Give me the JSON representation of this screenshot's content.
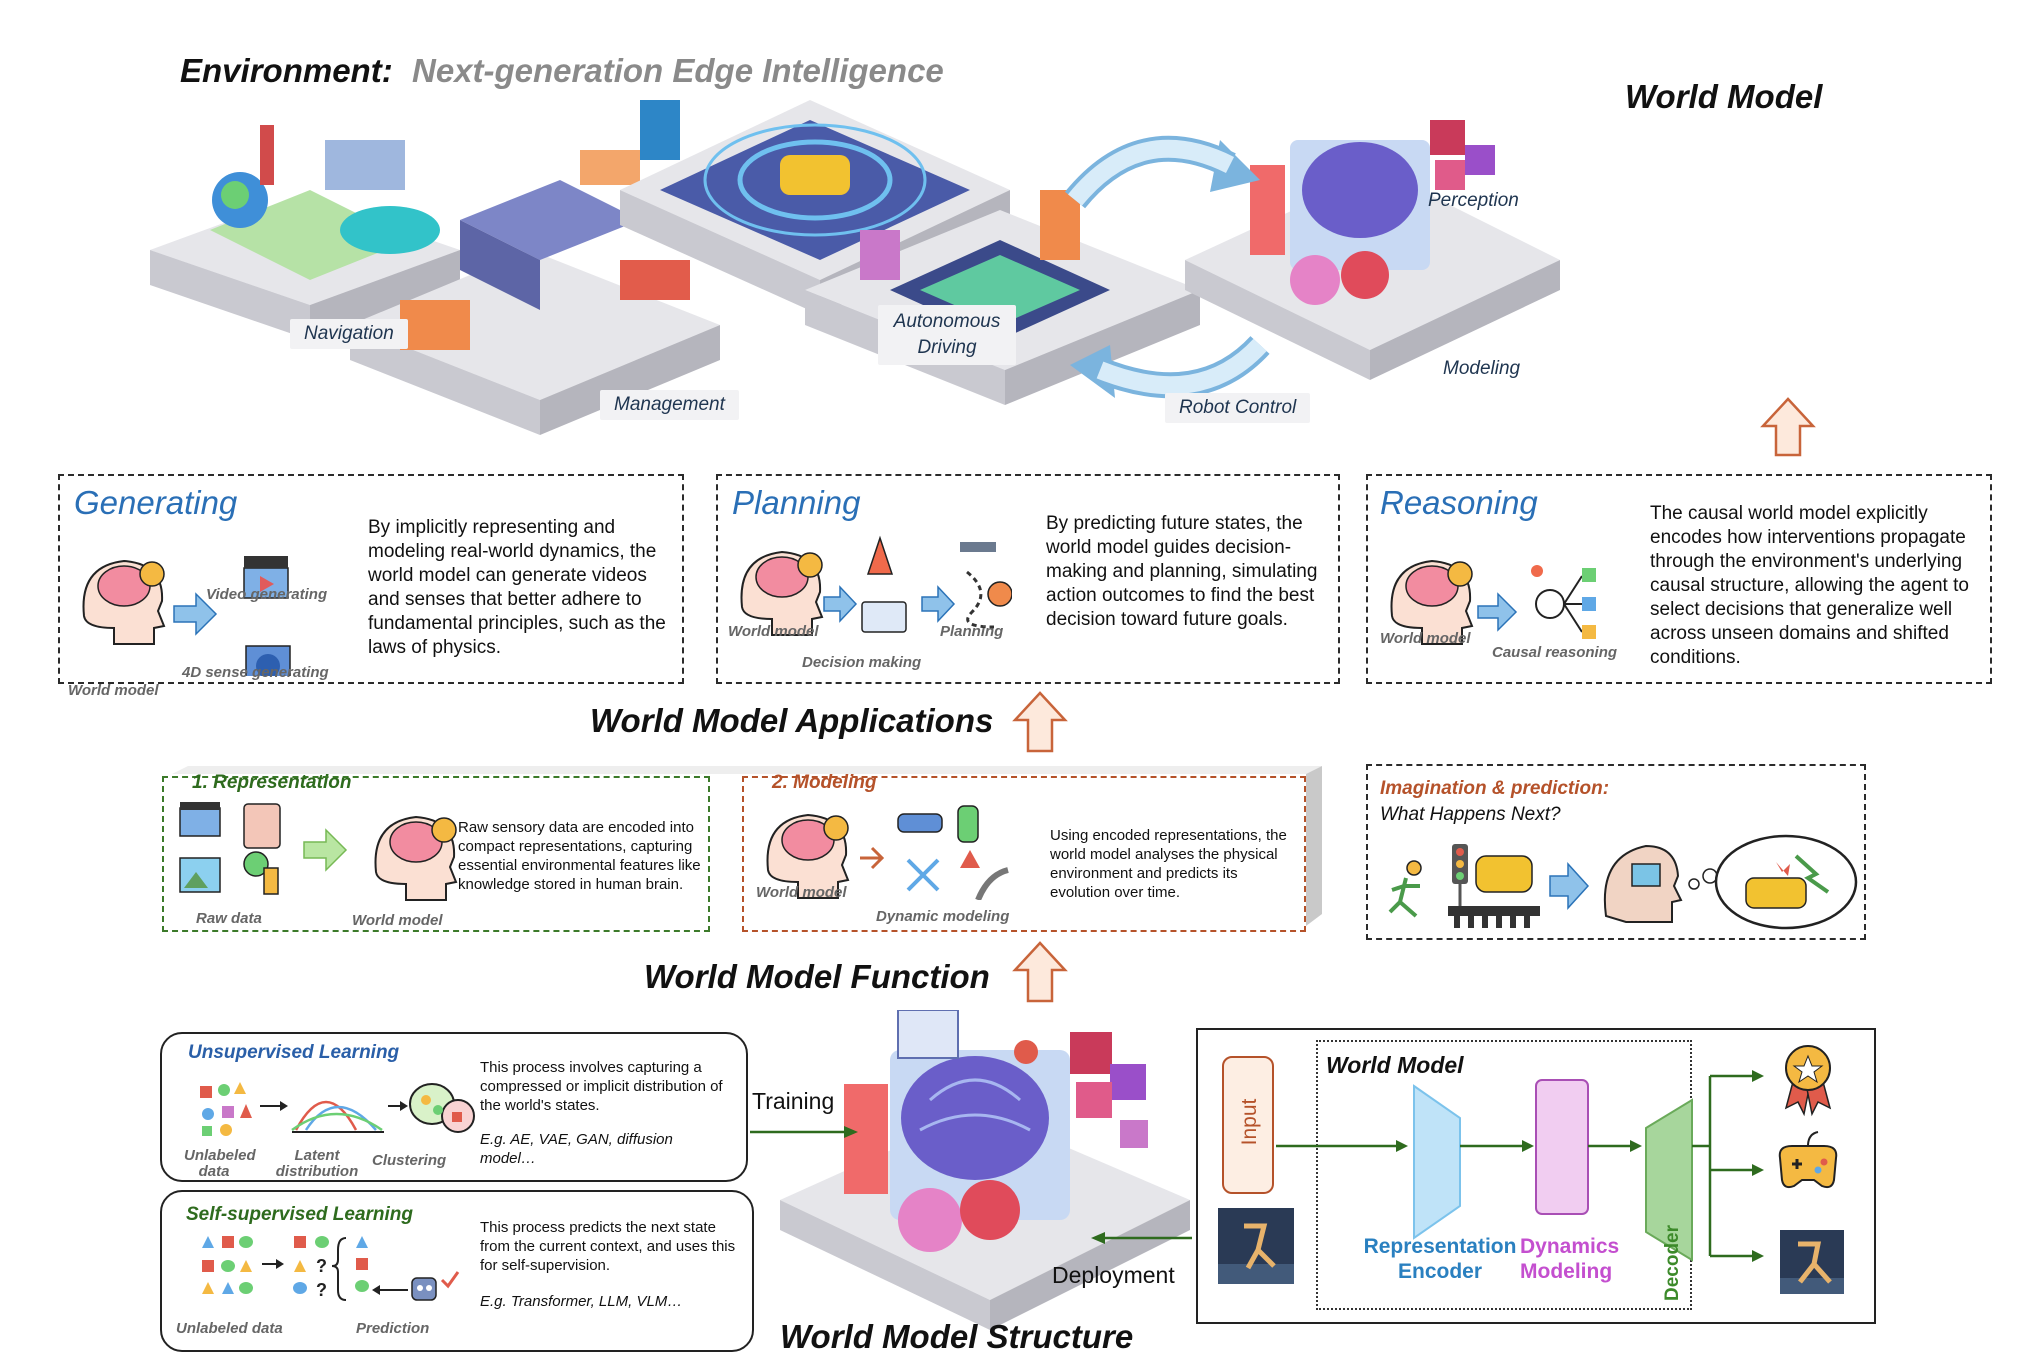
{
  "env": {
    "prefix": "Environment:",
    "name": "Next-generation Edge Intelligence"
  },
  "tiles": {
    "navigation": "Navigation",
    "management": "Management",
    "autonomous": "Autonomous Driving",
    "robot": "Robot Control"
  },
  "world_model_top": {
    "title": "World Model",
    "perception": "Perception",
    "modeling": "Modeling"
  },
  "generating": {
    "title": "Generating",
    "world_model_cap": "World model",
    "video_cap": "Video generating",
    "sense_cap": "4D sense generating",
    "desc": "By implicitly representing and modeling real-world dynamics, the world model can generate videos and senses that better adhere to fundamental principles, such as the laws of physics."
  },
  "planning": {
    "title": "Planning",
    "world_model_cap": "World model",
    "decision_cap": "Decision making",
    "planning_cap": "Planning",
    "desc": "By predicting future states, the world model guides decision-making and planning, simulating action outcomes to find the best decision toward future goals."
  },
  "reasoning": {
    "title": "Reasoning",
    "world_model_cap": "World model",
    "causal_cap": "Causal reasoning",
    "desc": "The causal world model explicitly encodes how interventions propagate through the environment's underlying causal structure, allowing the agent to select decisions that generalize well across unseen domains and shifted conditions."
  },
  "applications_title": "World Model Applications",
  "representation": {
    "title": "1. Representation",
    "raw_cap": "Raw data",
    "wm_cap": "World model",
    "desc": "Raw sensory data are encoded into compact representations, capturing essential environmental features like knowledge stored in human brain."
  },
  "modeling_box": {
    "title": "2. Modeling",
    "wm_cap": "World model",
    "dyn_cap": "Dynamic modeling",
    "desc": "Using encoded representations, the world model analyses the physical environment and predicts its evolution over time."
  },
  "imagination": {
    "title": "Imagination & prediction:",
    "question": "What Happens Next?"
  },
  "function_title": "World Model Function",
  "unsupervised": {
    "title": "Unsupervised Learning",
    "unlabeled_cap": "Unlabeled data",
    "latent_cap": "Latent distribution",
    "cluster_cap": "Clustering",
    "desc": "This process involves capturing a compressed or implicit distribution of the world's states.",
    "examples": "E.g. AE, VAE, GAN, diffusion model…"
  },
  "selfsupervised": {
    "title": "Self-supervised Learning",
    "unlabeled_cap": "Unlabeled data",
    "pred_cap": "Prediction",
    "desc": "This process predicts the next state from the current context, and uses this for self-supervision.",
    "examples": "E.g. Transformer, LLM, VLM…"
  },
  "training_label": "Training",
  "deployment_label": "Deployment",
  "structure_title": "World Model Structure",
  "structure": {
    "wm_label": "World Model",
    "input": "Input",
    "encoder_l1": "Representation",
    "encoder_l2": "Encoder",
    "dyn_l1": "Dynamics",
    "dyn_l2": "Modeling",
    "decoder": "Decoder"
  },
  "colors": {
    "blue_title": "#2a6fb6",
    "green": "#2e6b1e",
    "orange": "#b5522a",
    "arrow_fill": "#fde9dc",
    "arrow_stroke": "#c8643a"
  }
}
